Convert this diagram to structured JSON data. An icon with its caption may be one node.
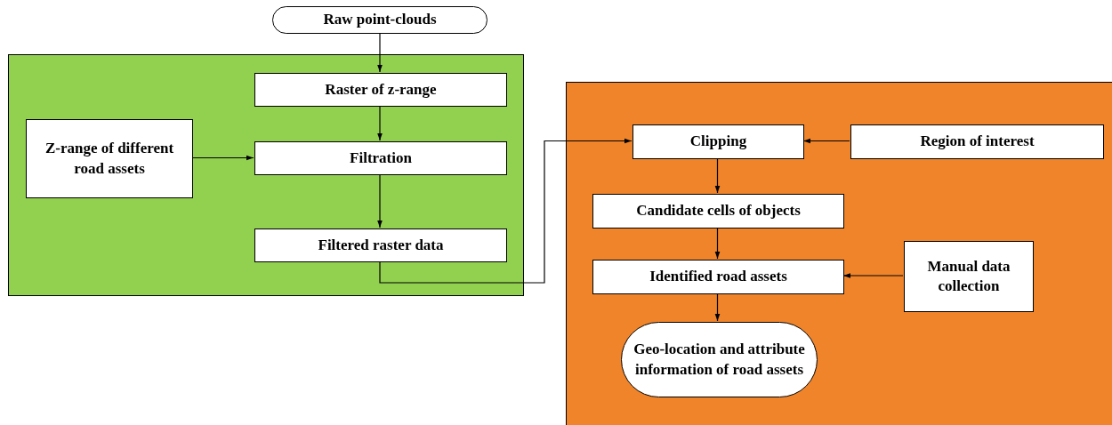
{
  "diagram": {
    "nodes": [
      {
        "text": [
          "Raw point-clouds"
        ]
      },
      {
        "text": [],
        "shape": "box"
      },
      {
        "text": [
          "Raster of z-range"
        ],
        "in": 1
      },
      {
        "text": [
          "Z-range of different road assets"
        ],
        "in": 1
      },
      {
        "text": [
          "Filtration"
        ],
        "in": 1
      },
      {
        "text": [
          "Filtered raster data"
        ],
        "in": 1
      },
      {
        "text": [],
        "shape": "box"
      },
      {
        "text": [
          "Clipping"
        ],
        "in": 6
      },
      {
        "text": [
          "Region of interest"
        ],
        "in": 6
      },
      {
        "text": [
          "Candidate cells of objects"
        ],
        "in": 6
      },
      {
        "text": [
          "Identified road assets"
        ],
        "in": 6
      },
      {
        "text": [
          "Manual data collection"
        ],
        "in": 6
      },
      {
        "text": [
          "Geo-location and attribute information of road assets"
        ],
        "in": 6
      }
    ],
    "edges": [
      {
        "from": 0,
        "to": 2,
        "arrow": "to"
      },
      {
        "from": 2,
        "to": 4,
        "arrow": "to"
      },
      {
        "from": 3,
        "to": 4,
        "arrow": "to"
      },
      {
        "from": 4,
        "to": 5,
        "arrow": "to"
      },
      {
        "from": 5,
        "to": 7,
        "arrow": "to"
      },
      {
        "from": 8,
        "to": 7,
        "arrow": "to"
      },
      {
        "from": 7,
        "to": 9,
        "arrow": "to"
      },
      {
        "from": 9,
        "to": 10,
        "arrow": "to"
      },
      {
        "from": 11,
        "to": 10,
        "arrow": "to"
      },
      {
        "from": 10,
        "to": 12,
        "arrow": "to"
      }
    ]
  }
}
